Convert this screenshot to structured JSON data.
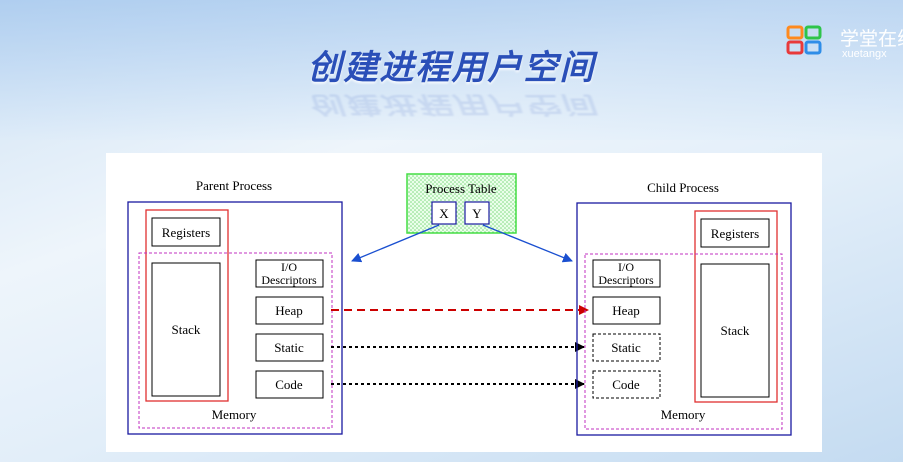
{
  "slide": {
    "title": "创建进程用户空间",
    "logo_name": "学堂在线",
    "logo_sub": "xuetangx"
  },
  "diagram": {
    "parent": {
      "title": "Parent Process",
      "registers": "Registers",
      "stack": "Stack",
      "io": [
        "I/O",
        "Descriptors"
      ],
      "heap": "Heap",
      "static": "Static",
      "code": "Code",
      "memory": "Memory"
    },
    "child": {
      "title": "Child Process",
      "registers": "Registers",
      "stack": "Stack",
      "io": [
        "I/O",
        "Descriptors"
      ],
      "heap": "Heap",
      "static": "Static",
      "code": "Code",
      "memory": "Memory"
    },
    "process_table": {
      "title": "Process Table",
      "x": "X",
      "y": "Y"
    },
    "colors": {
      "process_border": "#1a1aa0",
      "register_stack_border": "#e03030",
      "memory_border": "#c030c0",
      "process_table_border": "#44dd44",
      "heap_arrow": "#cc0000",
      "pointer_arrow": "#1a4fd0"
    }
  }
}
